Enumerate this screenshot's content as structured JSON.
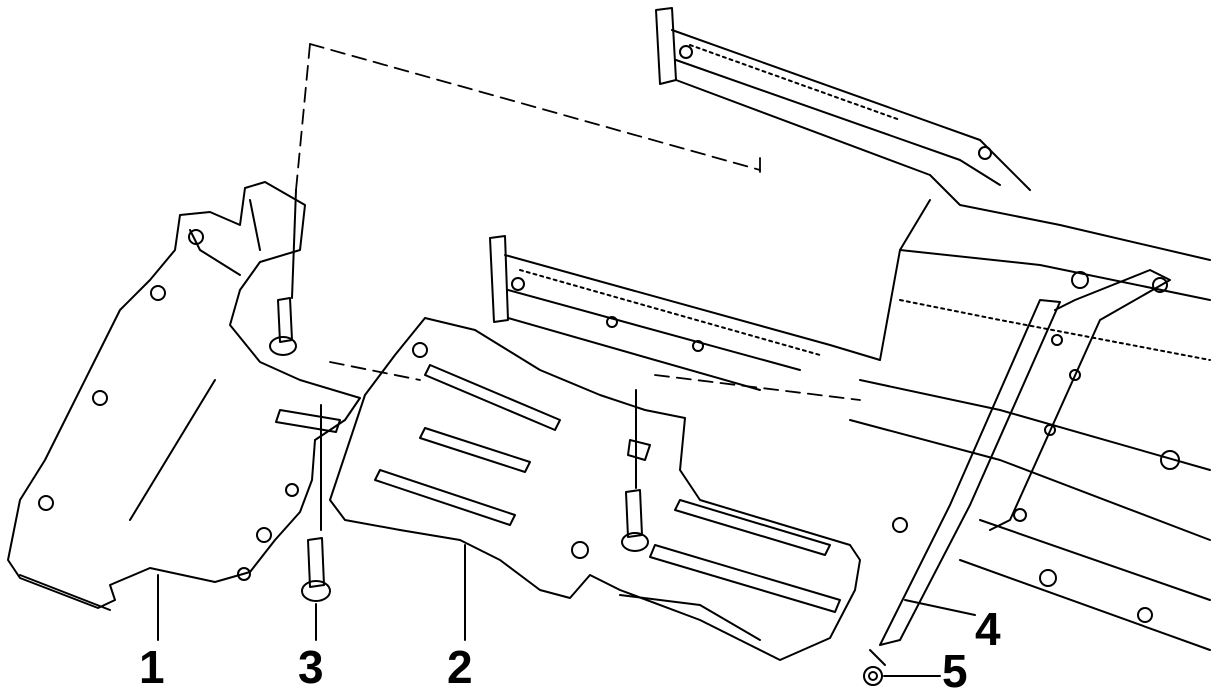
{
  "diagram": {
    "line_color": "#000000",
    "background_color": "#ffffff",
    "callouts": [
      {
        "id": "1",
        "label": "1",
        "part": "left-skid-plate"
      },
      {
        "id": "2",
        "label": "2",
        "part": "center-skid-plate"
      },
      {
        "id": "3",
        "label": "3",
        "part": "bolt"
      },
      {
        "id": "4",
        "label": "4",
        "part": "crossmember"
      },
      {
        "id": "5",
        "label": "5",
        "part": "nut"
      }
    ]
  }
}
